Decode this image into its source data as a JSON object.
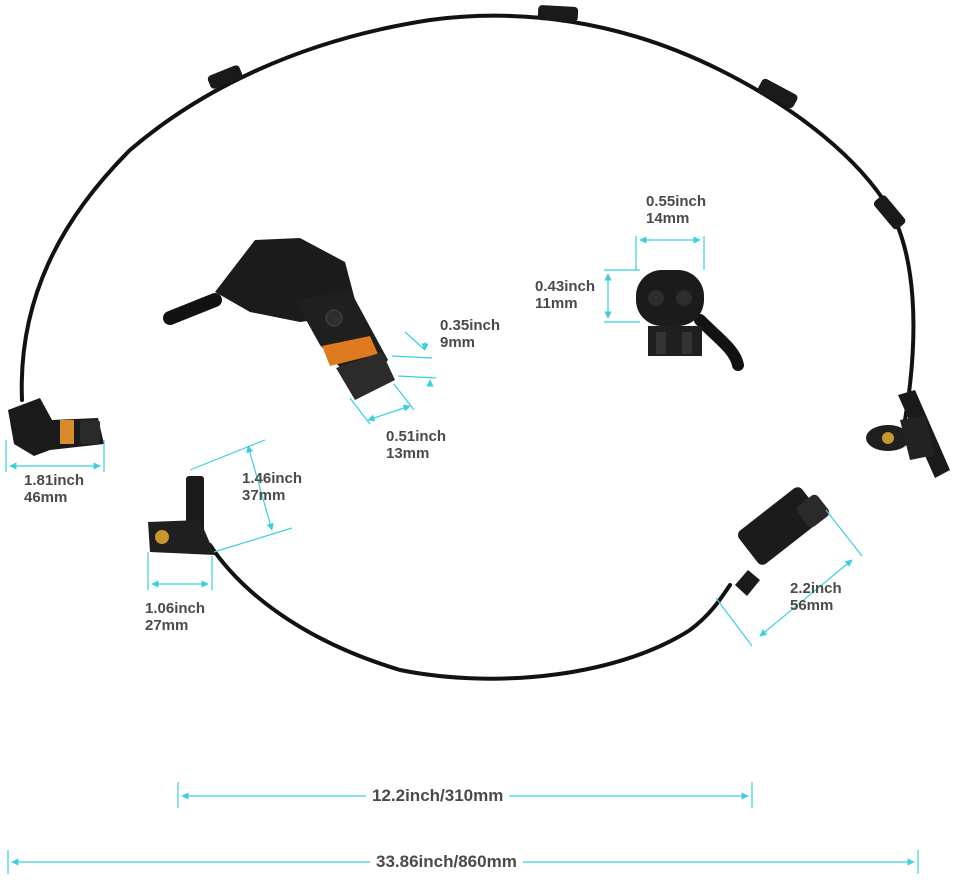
{
  "colors": {
    "cable": "#121212",
    "dimension_line": "#39d0e0",
    "label_text": "#4a4a4a",
    "connector_seal": "#e07a1f",
    "sensor_insert": "#c9962d"
  },
  "dimensions": {
    "pin_width": {
      "inch": "0.55inch",
      "mm": "14mm"
    },
    "pin_height": {
      "inch": "0.43inch",
      "mm": "11mm"
    },
    "plug_tip": {
      "inch": "0.35inch",
      "mm": "9mm"
    },
    "plug_width": {
      "inch": "0.51inch",
      "mm": "13mm"
    },
    "sensor_left_head": {
      "inch": "1.81inch",
      "mm": "46mm"
    },
    "sensor_tip_height": {
      "inch": "1.46inch",
      "mm": "37mm"
    },
    "sensor_bracket": {
      "inch": "1.06inch",
      "mm": "27mm"
    },
    "plug_end": {
      "inch": "2.2inch",
      "mm": "56mm"
    },
    "short_cable": "12.2inch/310mm",
    "long_cable": "33.86inch/860mm"
  }
}
